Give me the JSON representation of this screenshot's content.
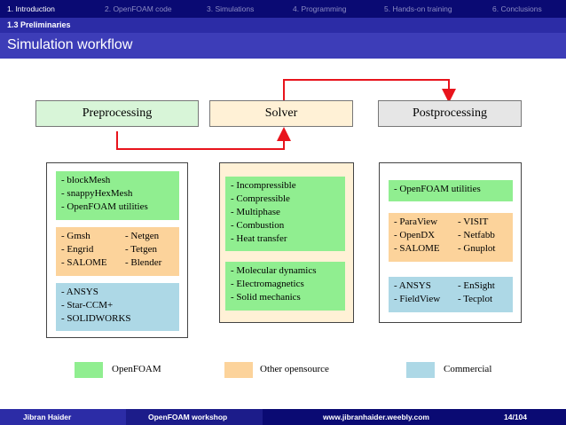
{
  "nav": {
    "sections": [
      {
        "label": "1. Introduction",
        "active": true
      },
      {
        "label": "2. OpenFOAM code",
        "active": false
      },
      {
        "label": "3. Simulations",
        "active": false
      },
      {
        "label": "4. Programming",
        "active": false
      },
      {
        "label": "5. Hands-on training",
        "active": false
      },
      {
        "label": "6. Conclusions",
        "active": false
      }
    ],
    "subsection": "1.3 Preliminaries"
  },
  "slide": {
    "title": "Simulation workflow",
    "stages": {
      "preprocessing": "Preprocessing",
      "solver": "Solver",
      "postprocessing": "Postprocessing"
    },
    "preprocessing": {
      "openfoam": [
        "- blockMesh",
        "- snappyHexMesh",
        "- OpenFOAM utilities"
      ],
      "opensource": [
        [
          "- Gmsh",
          "- Netgen"
        ],
        [
          "- Engrid",
          "- Tetgen"
        ],
        [
          "- SALOME",
          "- Blender"
        ]
      ],
      "commercial": [
        "- ANSYS",
        "- Star-CCM+",
        "- SOLIDWORKS"
      ]
    },
    "solver": {
      "group1": [
        "- Incompressible",
        "- Compressible",
        "- Multiphase",
        "- Combustion",
        "- Heat transfer"
      ],
      "group2": [
        "- Molecular dynamics",
        "- Electromagnetics",
        "- Solid mechanics"
      ]
    },
    "postprocessing": {
      "openfoam": [
        "- OpenFOAM utilities"
      ],
      "opensource": [
        [
          "- ParaView",
          "- VISIT"
        ],
        [
          "- OpenDX",
          "- Netfabb"
        ],
        [
          "- SALOME",
          "- Gnuplot"
        ]
      ],
      "commercial": [
        [
          "- ANSYS",
          "- EnSight"
        ],
        [
          "- FieldView",
          "- Tecplot"
        ]
      ]
    },
    "legend": {
      "openfoam": "OpenFOAM",
      "opensource": "Other opensource",
      "commercial": "Commercial"
    }
  },
  "footer": {
    "author": "Jibran Haider",
    "event": "OpenFOAM workshop",
    "website": "www.jibranhaider.weebly.com",
    "page": "14/104"
  },
  "colors": {
    "nav_bg": "#0a0a73",
    "title_bg": "#3d3db8",
    "openfoam": "#90ee90",
    "opensource": "#fcd39b",
    "commercial": "#add8e6",
    "arrow": "#e8141c",
    "solver_bg": "#fff1d6"
  }
}
